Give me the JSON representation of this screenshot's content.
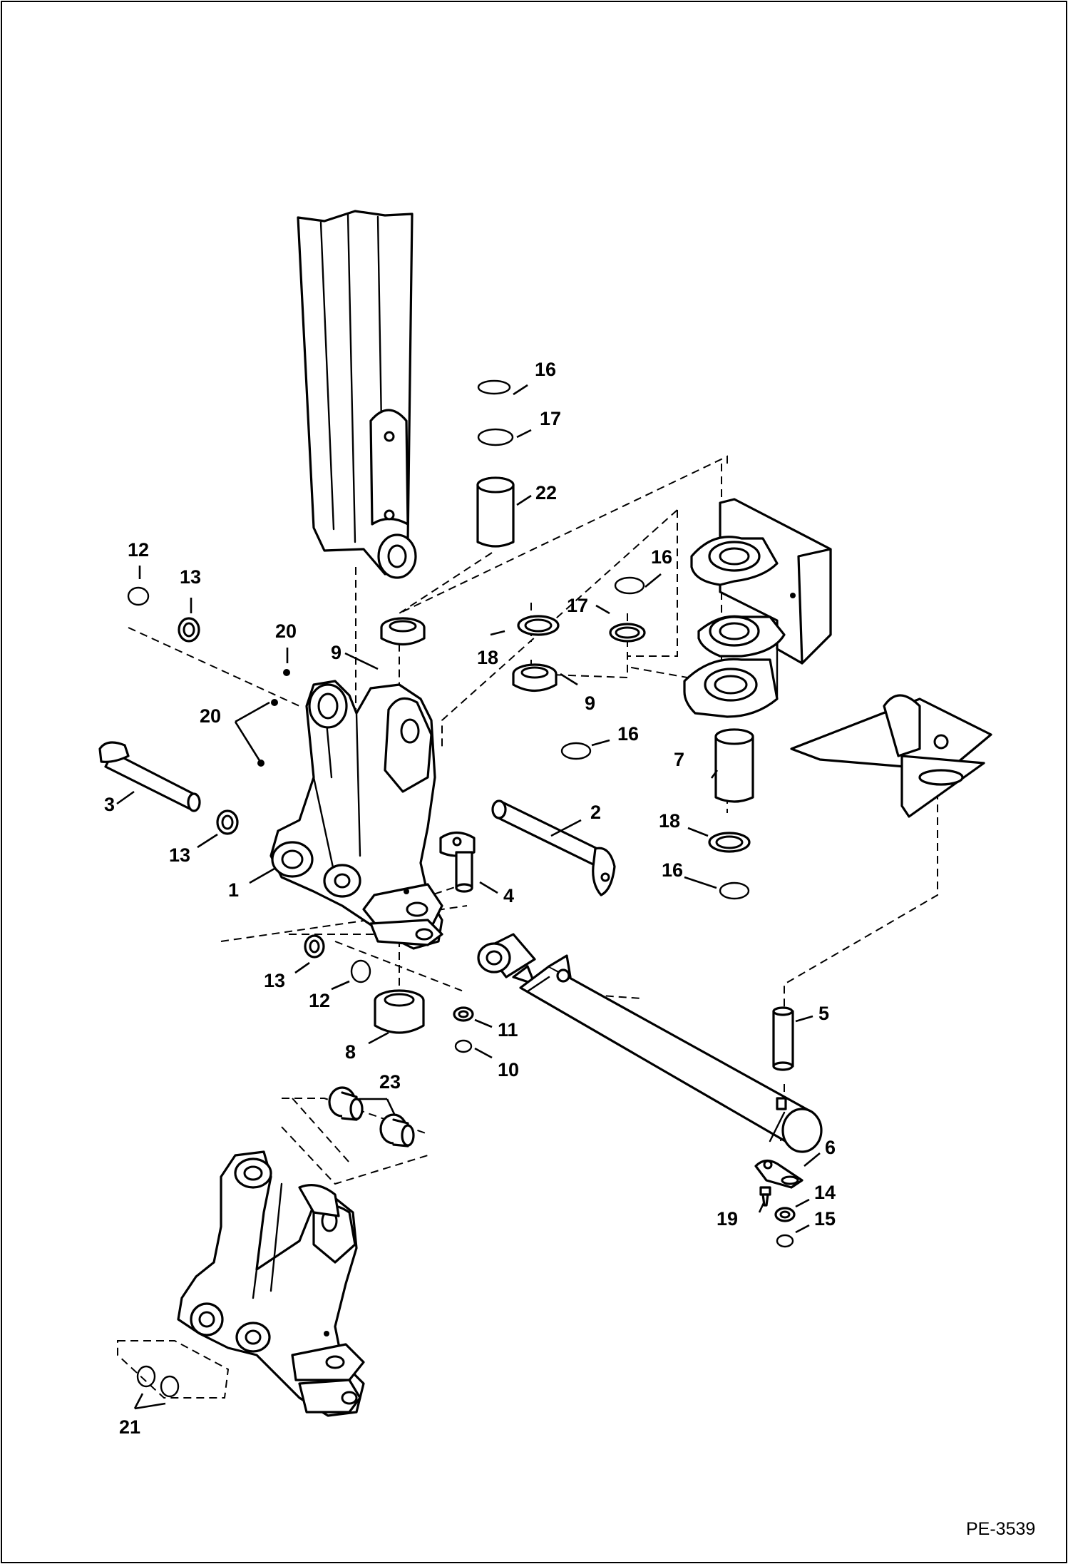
{
  "figure_id": "PE-3539",
  "callouts": {
    "c1": "1",
    "c2": "2",
    "c3": "3",
    "c4": "4",
    "c5": "5",
    "c6": "6",
    "c7": "7",
    "c8": "8",
    "c9a": "9",
    "c9b": "9",
    "c10": "10",
    "c11": "11",
    "c12a": "12",
    "c12b": "12",
    "c13a": "13",
    "c13b": "13",
    "c13c": "13",
    "c14": "14",
    "c15": "15",
    "c16a": "16",
    "c16b": "16",
    "c16c": "16",
    "c16d": "16",
    "c17a": "17",
    "c17b": "17",
    "c18a": "18",
    "c18b": "18",
    "c19": "19",
    "c20a": "20",
    "c20b": "20",
    "c21": "21",
    "c22": "22",
    "c23": "23"
  }
}
